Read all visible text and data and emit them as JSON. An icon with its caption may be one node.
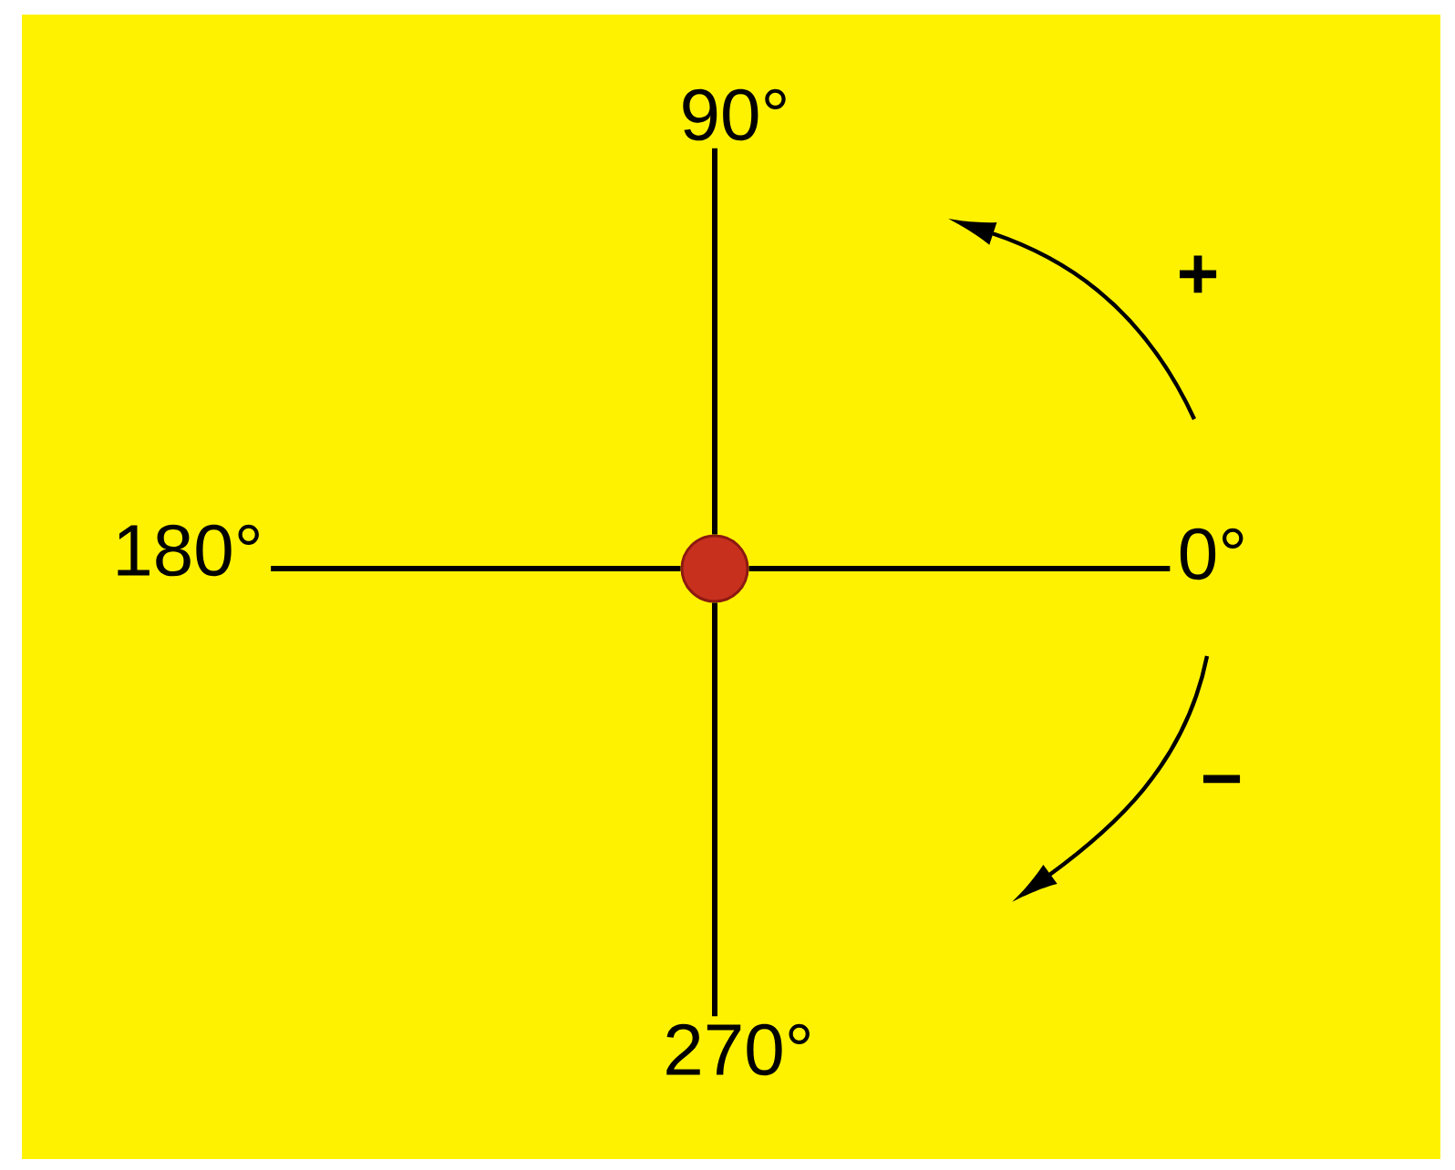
{
  "diagram": {
    "nodes": [
      {
        "text": [],
        "shape": "circle"
      },
      {
        "text": [
          "90°"
        ]
      },
      {
        "text": [
          "180°"
        ]
      },
      {
        "text": [
          "0°"
        ]
      },
      {
        "text": [
          "270°"
        ]
      }
    ],
    "edges": [
      {
        "from": 0,
        "to": 1,
        "arrow": "none"
      },
      {
        "from": 0,
        "to": 2,
        "arrow": "none"
      },
      {
        "from": 0,
        "to": 3,
        "arrow": "none"
      },
      {
        "from": 0,
        "to": 4,
        "arrow": "none"
      }
    ],
    "labels": [
      "+",
      "−"
    ]
  }
}
